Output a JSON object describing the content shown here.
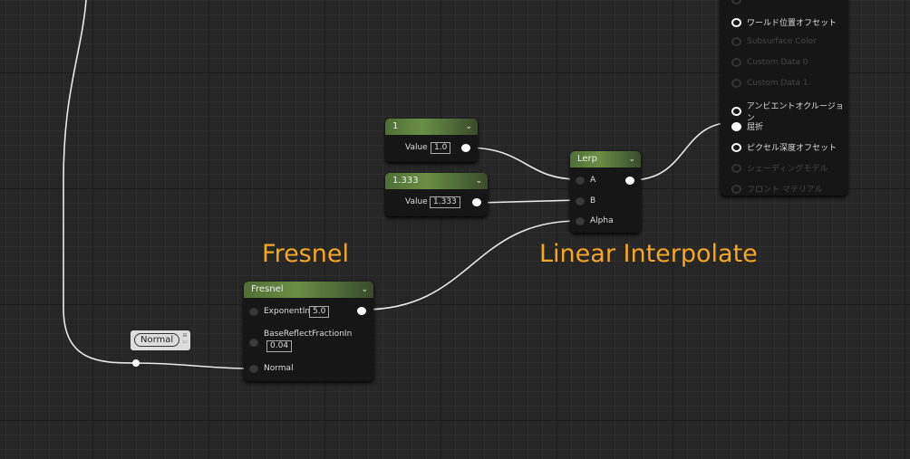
{
  "material_node": {
    "pins": [
      {
        "label": "",
        "active": false
      },
      {
        "label": "ワールド位置オフセット",
        "active": true,
        "connected": false
      },
      {
        "label": "Subsurface Color",
        "active": false
      },
      {
        "label": "Custom Data 0",
        "active": false
      },
      {
        "label": "Custom Data 1",
        "active": false
      },
      {
        "label": "アンビエントオクルージョン",
        "active": true,
        "connected": false
      },
      {
        "label": "屈折",
        "active": true,
        "connected": true
      },
      {
        "label": "ピクセル深度オフセット",
        "active": true,
        "connected": false
      },
      {
        "label": "シェーディングモデル",
        "active": false
      },
      {
        "label": "フロント マテリアル",
        "active": false
      }
    ]
  },
  "const1": {
    "title": "1",
    "value_label": "Value",
    "value": "1.0"
  },
  "const2": {
    "title": "1.333",
    "value_label": "Value",
    "value": "1.333"
  },
  "lerp": {
    "title": "Lerp",
    "a": "A",
    "b": "B",
    "alpha": "Alpha"
  },
  "fresnel": {
    "title": "Fresnel",
    "exponent_label": "ExponentIn",
    "exponent": "5.0",
    "base_label": "BaseReflectFractionIn",
    "base": "0.04",
    "normal_label": "Normal"
  },
  "reroute": {
    "label": "Normal"
  },
  "comments": {
    "fresnel": "Fresnel",
    "lerp": "Linear Interpolate"
  },
  "colors": {
    "comment": "#f5a623",
    "header": "#5f8a3c"
  }
}
